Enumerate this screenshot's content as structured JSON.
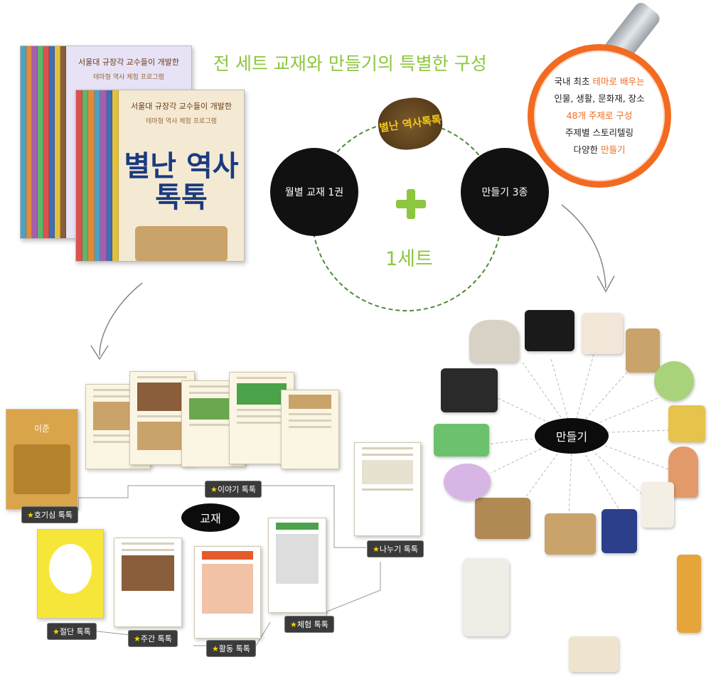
{
  "header": {
    "title": "전 세트 교재와 만들기의 특별한 구성"
  },
  "magnifier": {
    "line1_pre": "국내 최초 ",
    "line1_hl": "테마로 배우는",
    "line2": "인물, 생활, 문화재, 장소",
    "line3_hl": "48개 주제로 구성",
    "line4": "주제별 스토리텔링",
    "line5_pre": "다양한 ",
    "line5_hl": "만들기"
  },
  "diagram": {
    "left_disc": "월별 교재 1권",
    "right_disc": "만들기 3종",
    "set_label": "1세트",
    "logo_text": "별난 역사톡톡"
  },
  "book": {
    "back_cover_top": "서울대 규장각 교수들이 개발한",
    "back_cover_sub": "테마형 역사 체험 프로그램",
    "front_cover_top": "서울대 규장각 교수들이 개발한",
    "front_cover_sub": "테마형 역사 체험 프로그램",
    "front_cover_title": "별난 역사톡톡"
  },
  "textbook": {
    "center_label": "교재",
    "tags": {
      "story": "이야기 톡톡",
      "intro": "호기심 톡톡",
      "share": "나누기 톡톡",
      "experience": "체험 톡톡",
      "activity": "활동 톡톡",
      "inquiry": "주간 톡톡",
      "cut": "절단 톡톡"
    },
    "intro_page_title": "이준"
  },
  "crafts": {
    "center_label": "만들기"
  },
  "colors": {
    "accent_green": "#8dc63f",
    "accent_orange": "#f26b21",
    "dark": "#111111"
  }
}
